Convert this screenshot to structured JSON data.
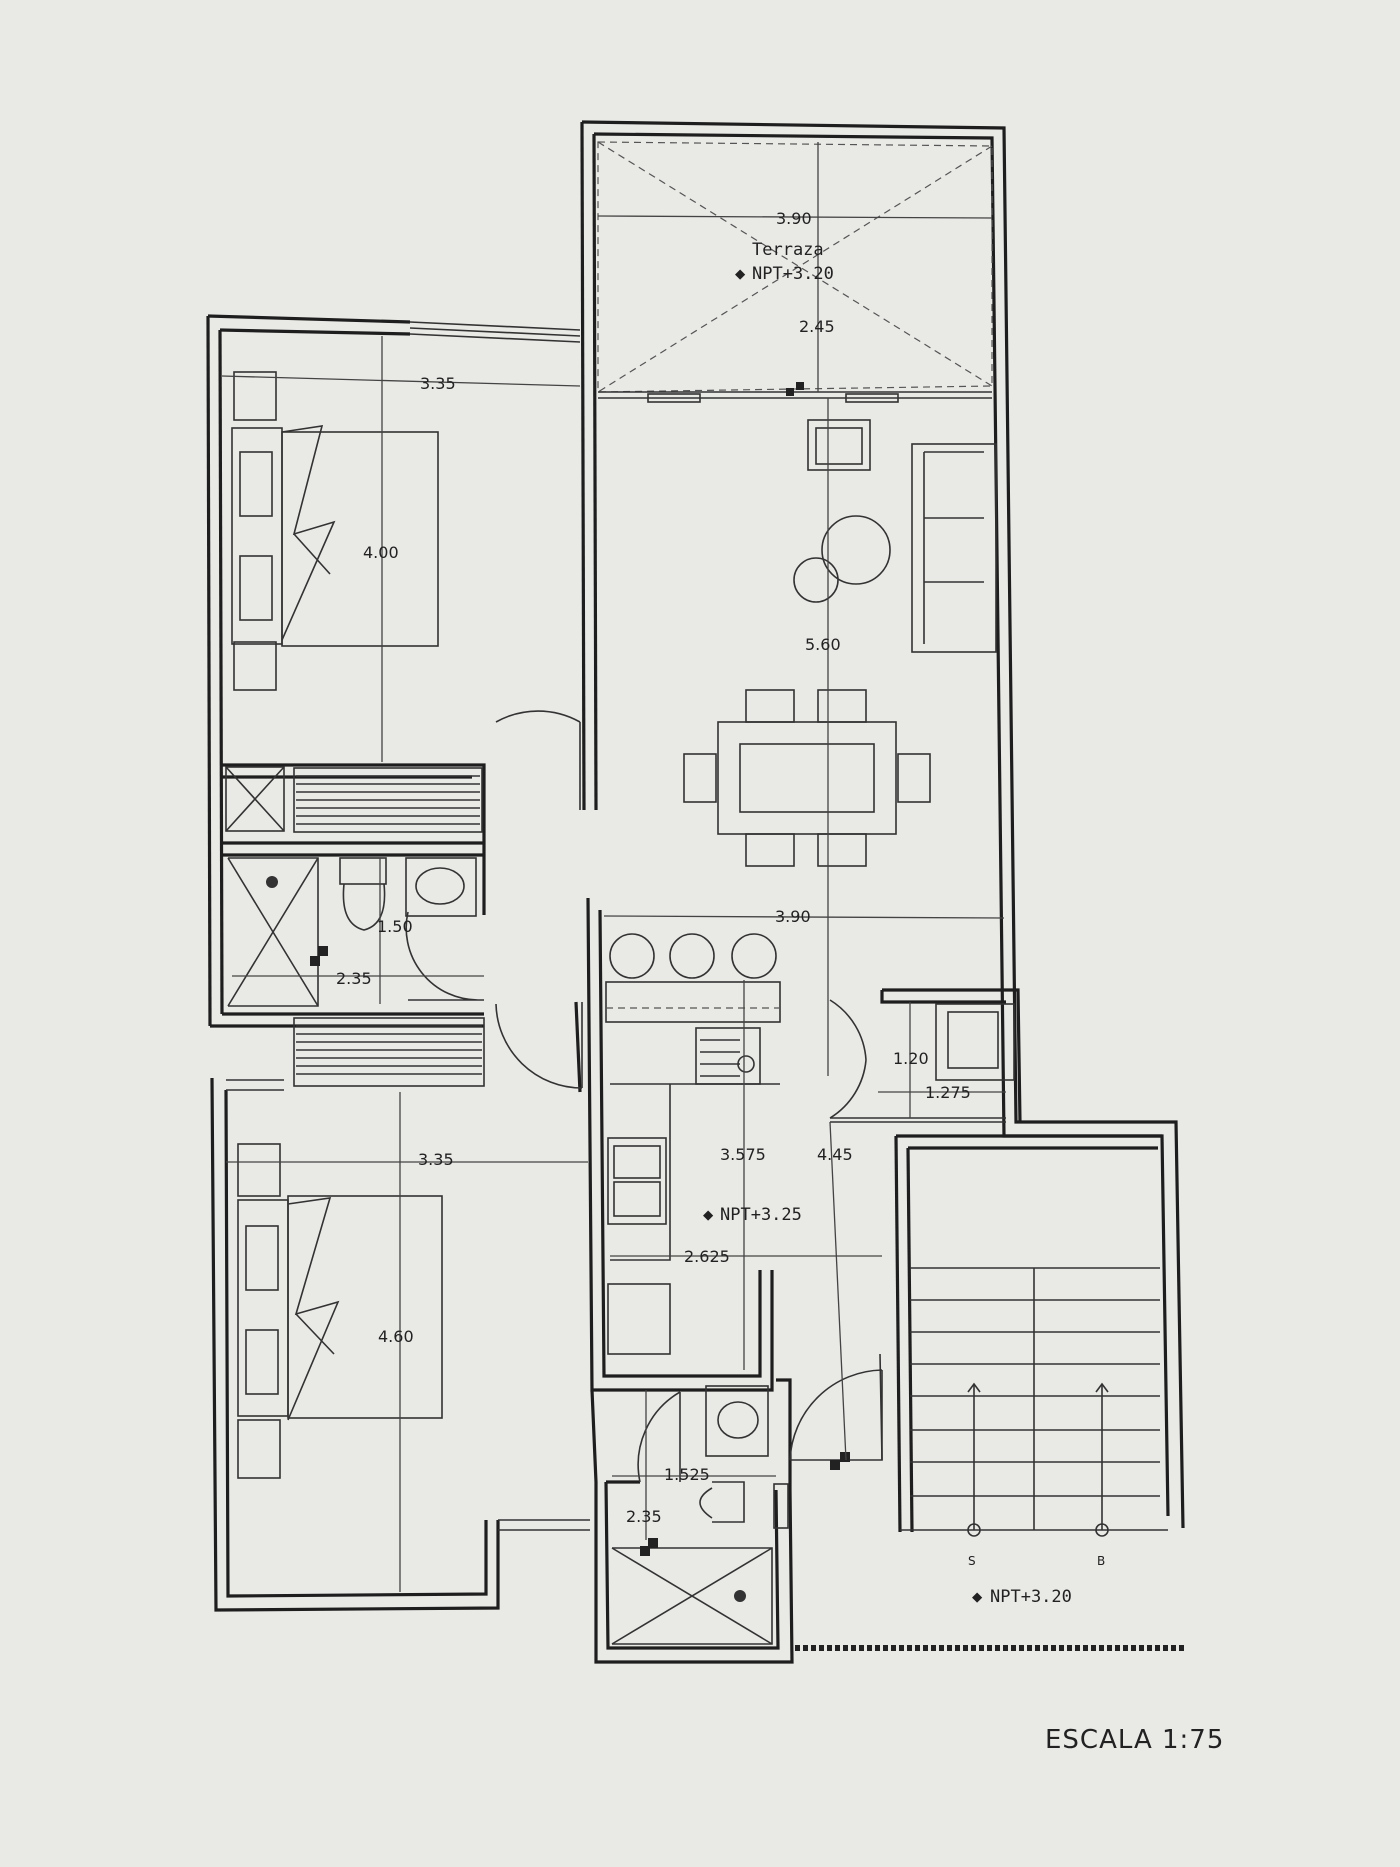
{
  "rooms": {
    "terrace_label": "Terraza",
    "terrace_level": "NPT+3.20",
    "kitchen_level": "NPT+3.25",
    "stair_level": "NPT+3.20",
    "stair_up": "S",
    "stair_down": "B"
  },
  "dimensions": {
    "terrace_width": "3.90",
    "terrace_depth": "2.45",
    "living_depth": "5.60",
    "living_width": "3.90",
    "bed1_width": "3.35",
    "bed1_depth": "4.00",
    "bath1_width": "1.50",
    "bath1_depth": "2.35",
    "laundry_depth": "1.20",
    "laundry_width": "1.275",
    "bed2_width": "3.35",
    "bed2_depth": "4.60",
    "kitchen_depth": "3.575",
    "hall_depth": "4.45",
    "kitchen_width": "2.625",
    "bath2_width": "1.525",
    "bath2_depth": "2.35"
  },
  "scale_label": "ESCALA 1:75"
}
